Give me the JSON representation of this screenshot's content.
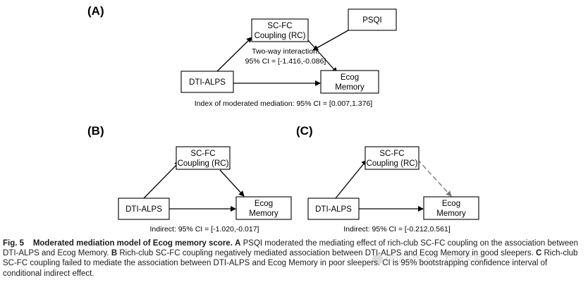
{
  "panels": {
    "a": {
      "label": "(A)",
      "sc_fc_line1": "SC-FC",
      "sc_fc_line2": "Coupling (RC)",
      "psqi": "PSQI",
      "dti": "DTI-ALPS",
      "ecog_line1": "Ecog",
      "ecog_line2": "Memory",
      "interaction_line1": "Two-way interaction:",
      "interaction_line2": "95% CI = [-1.416,-0.086]",
      "index_note": "Index of moderated mediation: 95% CI = [0.007,1.376]"
    },
    "b": {
      "label": "(B)",
      "sc_fc_line1": "SC-FC",
      "sc_fc_line2": "Coupling (RC)",
      "dti": "DTI-ALPS",
      "ecog_line1": "Ecog",
      "ecog_line2": "Memory",
      "indirect": "Indirect: 95% CI = [-1.020,-0.017]"
    },
    "c": {
      "label": "(C)",
      "sc_fc_line1": "SC-FC",
      "sc_fc_line2": "Coupling (RC)",
      "dti": "DTI-ALPS",
      "ecog_line1": "Ecog",
      "ecog_line2": "Memory",
      "indirect": "Indirect: 95% CI = [-0.212,0.561]"
    }
  },
  "caption": {
    "fig_label": "Fig. 5",
    "title": "Moderated mediation model of Ecog memory score.",
    "a_letter": "A",
    "a_text": "PSQI moderated the mediating effect of rich-club SC-FC coupling on the association between DTI-ALPS and Ecog Memory.",
    "b_letter": "B",
    "b_text": "Rich-club SC-FC coupling negatively mediated association between DTI-ALPS and Ecog Memory in good sleepers.",
    "c_letter": "C",
    "c_text": "Rich-club SC-FC coupling failed to mediate the association between DTI-ALPS and Ecog Memory in poor sleepers. CI is 95% bootstrapping confidence interval of conditional indirect effect."
  },
  "watermark": "微信公众号 · 科研文献",
  "colors": {
    "solid_arrow": "#000000",
    "dashed_arrow": "#7a7a7a"
  }
}
